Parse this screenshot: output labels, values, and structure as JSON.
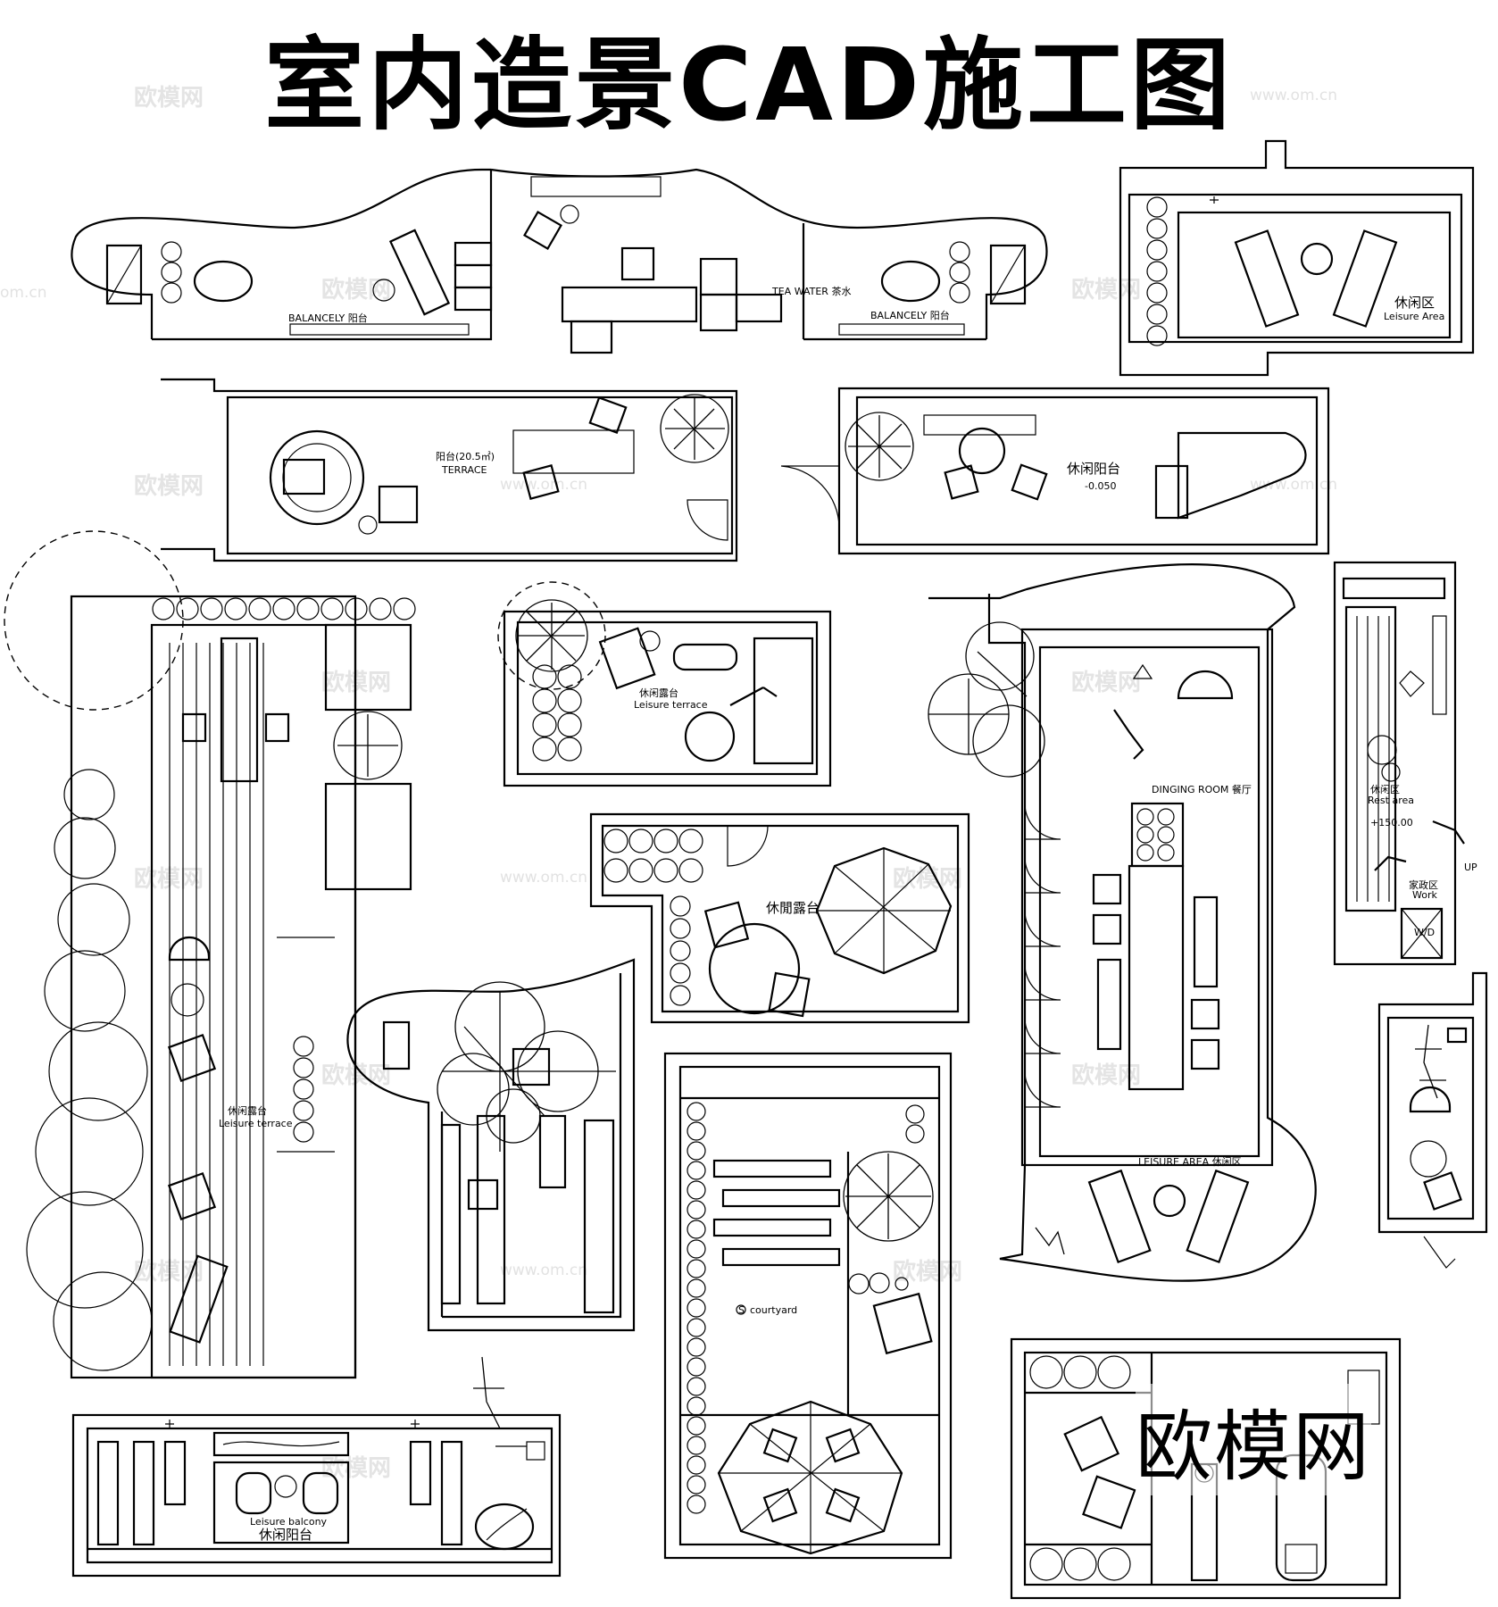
{
  "title": "室内造景CAD施工图",
  "watermark": {
    "brand": "欧模网",
    "url": "www.om.cn",
    "url_short": "om.cn"
  },
  "labels": {
    "balcony_1": "BALANCELY  阳台",
    "balcony_2": "BALANCELY  阳台",
    "tea_water": "TEA WATER 茶水",
    "leisure_area_cn": "休闲区",
    "leisure_area_en": "Leisure Area",
    "terrace_cn": "阳台(20.5㎡)",
    "terrace_en": "TERRACE",
    "leisure_balcony_cn": "休闲阳台",
    "level": "-0.050",
    "leisure_terrace_cn": "休闲露台",
    "leisure_terrace_en": "Leisure terrace",
    "dining_room": "DINGING ROOM  餐厅",
    "rest_area_cn": "休闲区",
    "rest_area_en": "Rest area",
    "rest_level": "+150.00",
    "work_cn": "家政区",
    "work_en": "Work",
    "wd": "W/D",
    "up": "UP",
    "xiuxian_lutai": "休閒露台",
    "leisure_terrace2_cn": "休闲露台",
    "leisure_terrace2_en": "Leisure terrace",
    "courtyard": "courtyard",
    "courtyard_mark": "S",
    "leisure_area_bottom": "LEISURE AREA 休闲区",
    "leisure_balcony_en": "Leisure balcony",
    "leisure_balcony_cn2": "休闲阳台"
  },
  "icons": [
    "tree-icon",
    "armchair-icon",
    "lounger-icon",
    "umbrella-icon",
    "piano-icon",
    "door-swing-icon",
    "arrow-icon"
  ]
}
